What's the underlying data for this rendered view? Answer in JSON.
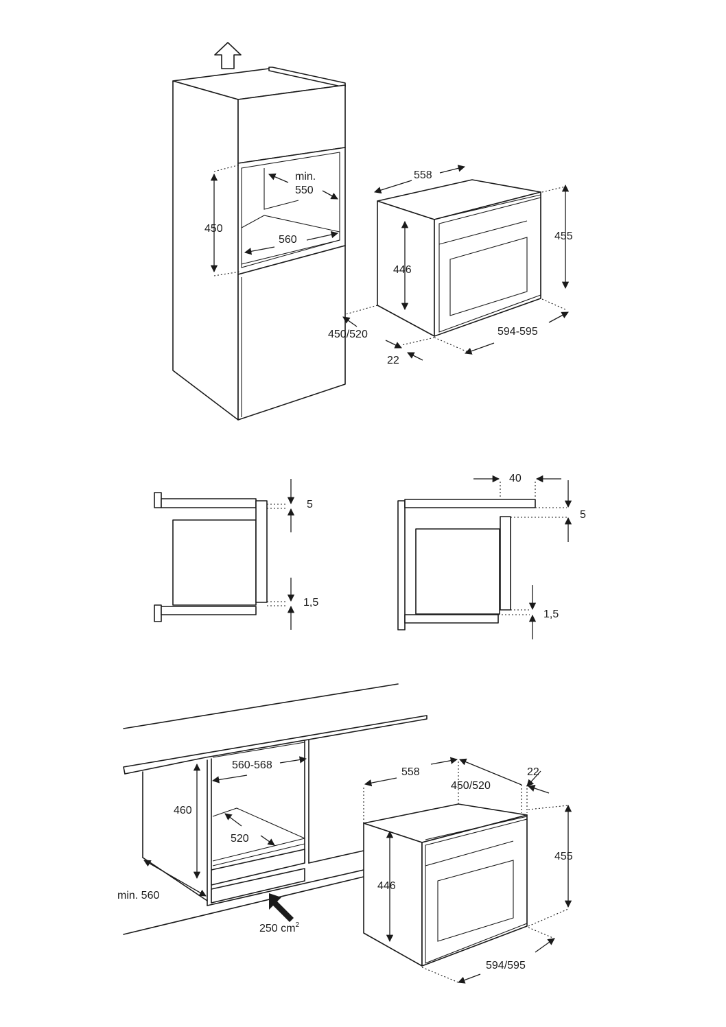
{
  "top_figure": {
    "min_label": "min.",
    "depth_550": "550",
    "niche_height": "450",
    "niche_width": "560",
    "oven_width_558": "558",
    "oven_height_455": "455",
    "oven_inner_height": "446",
    "depth_450_520": "450/520",
    "front_22": "22",
    "front_width": "594-595"
  },
  "middle_figures": {
    "left_gap_top": "5",
    "left_gap_bottom": "1,5",
    "right_offset_40": "40",
    "right_gap_top": "5",
    "right_gap_bottom": "1,5"
  },
  "bottom_figure": {
    "niche_width": "560-568",
    "niche_height": "460",
    "niche_depth": "520",
    "min_depth": "min. 560",
    "vent_area": "250 cm",
    "vent_sup": "2",
    "oven_width_558": "558",
    "depth_450_520": "450/520",
    "front_22": "22",
    "oven_height_455": "455",
    "oven_inner_height": "446",
    "front_width": "594/595"
  }
}
